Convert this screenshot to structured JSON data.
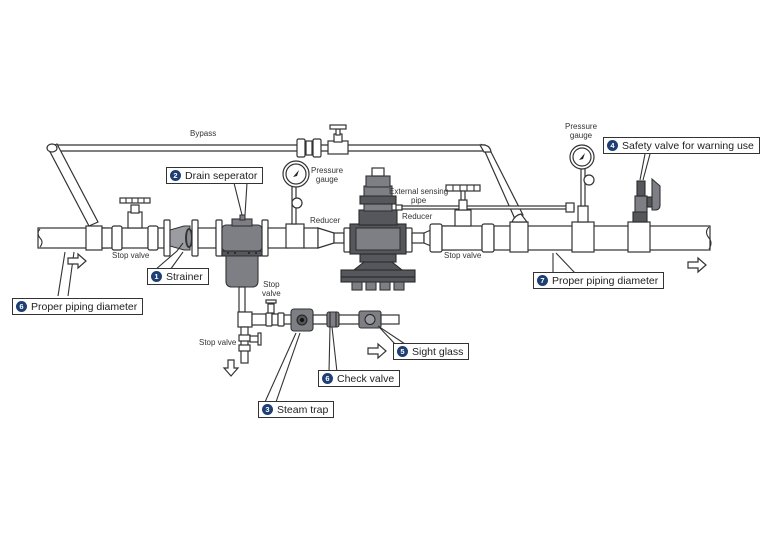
{
  "diagram": {
    "title": "Steam pressure reducing station piping",
    "colors": {
      "badge": "#1e3f73",
      "component_fill": "#7d7f85",
      "component_dark": "#4a4c52",
      "pipe_stroke": "#333333",
      "pipe_fill": "#ffffff"
    },
    "labels": {
      "bypass": "Bypass",
      "stop_valve_inlet": "Stop valve",
      "stop_valve_outlet": "Stop valve",
      "stop_valve_drain_top": "Stop\nvalve",
      "stop_valve_drain_top_l1": "Stop",
      "stop_valve_drain_top_l2": "valve",
      "stop_valve_drain_bottom": "Stop valve",
      "pressure_gauge_1_l1": "Pressure",
      "pressure_gauge_1_l2": "gauge",
      "pressure_gauge_2_l1": "Pressure",
      "pressure_gauge_2_l2": "gauge",
      "reducer_1": "Reducer",
      "reducer_2": "Reducer",
      "external_sensing_l1": "External sensing",
      "external_sensing_l2": "pipe"
    },
    "callouts": [
      {
        "id": "strainer",
        "number": "1",
        "text": "Strainer"
      },
      {
        "id": "drain-separator",
        "number": "2",
        "text": "Drain seperator"
      },
      {
        "id": "steam-trap",
        "number": "3",
        "text": "Steam trap"
      },
      {
        "id": "safety-valve",
        "number": "4",
        "text": "Safety valve for warning use"
      },
      {
        "id": "sight-glass",
        "number": "5",
        "text": "Sight glass"
      },
      {
        "id": "check-valve",
        "number": "6",
        "text": "Check valve"
      },
      {
        "id": "inlet-piping",
        "number": "6",
        "text": "Proper piping diameter"
      },
      {
        "id": "outlet-piping",
        "number": "7",
        "text": "Proper piping diameter"
      }
    ],
    "flow_arrows": [
      "inlet-flow",
      "outlet-flow",
      "sight-glass-flow",
      "drain-flow"
    ]
  }
}
